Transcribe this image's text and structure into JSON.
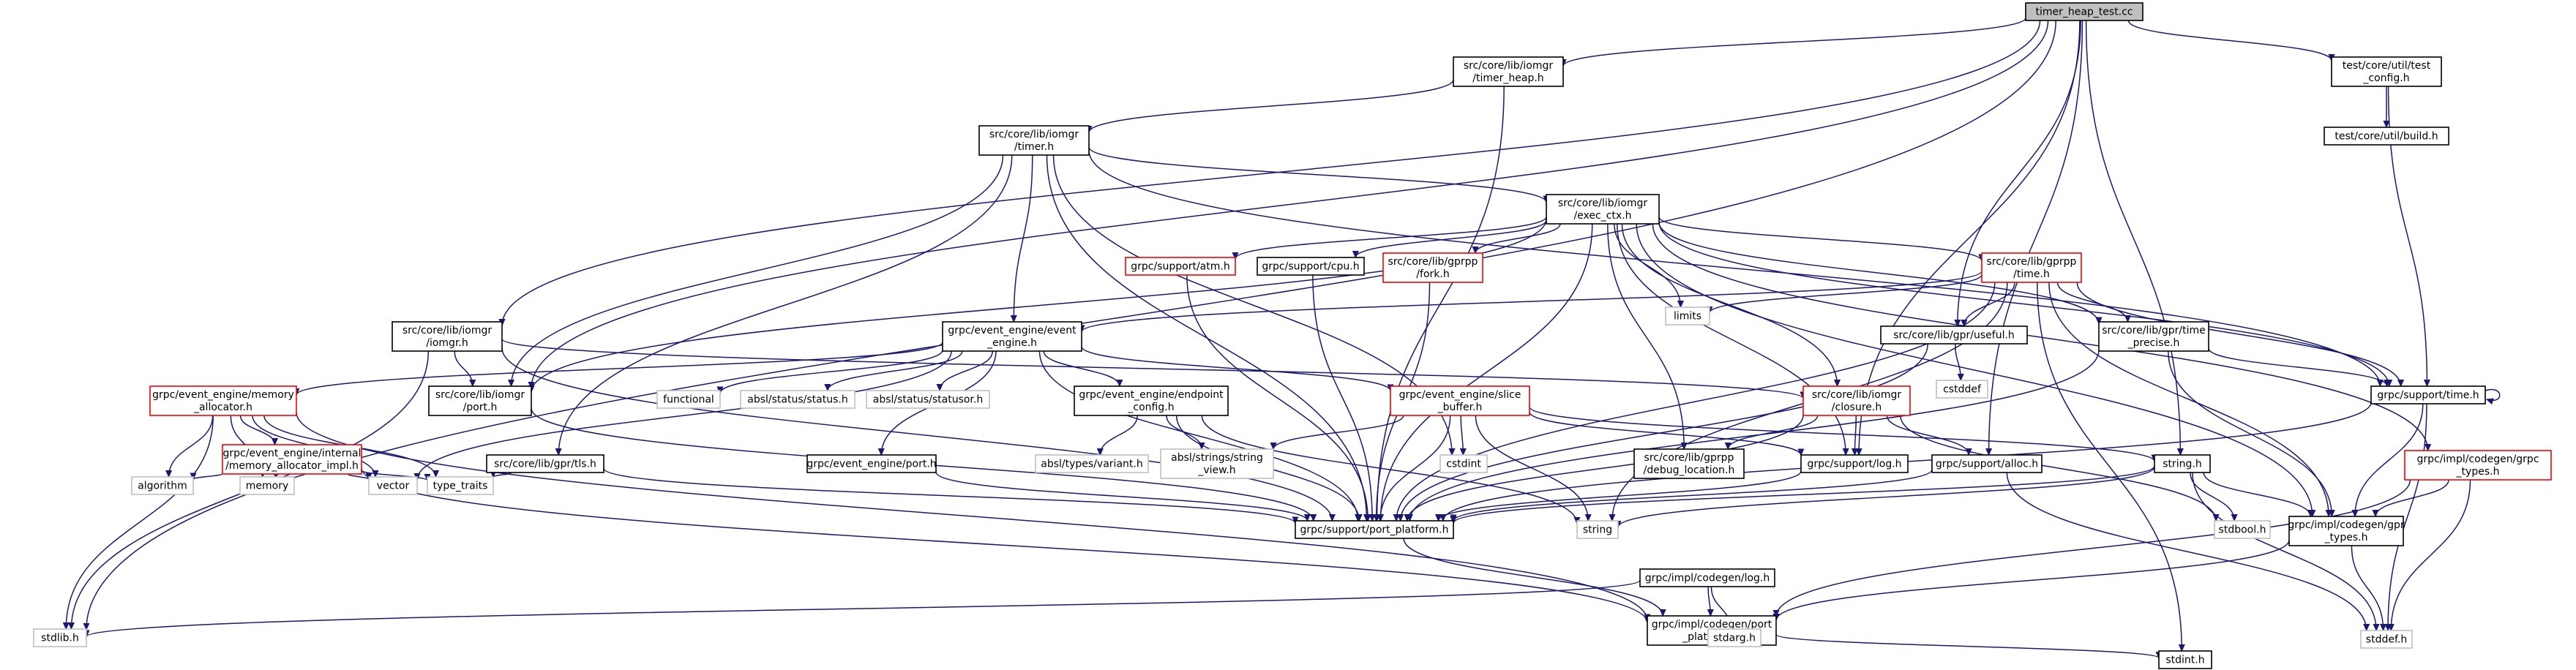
{
  "colors": {
    "edge": "#191970",
    "normal_border": "#000000",
    "red_border": "#ff0000",
    "external_border": "#bfbfbf",
    "root_fill": "#bfbfbf",
    "text": "#000000"
  },
  "nodes": [
    {
      "id": "root",
      "lines": [
        "timer_heap_test.cc"
      ],
      "style": "root"
    },
    {
      "id": "timer_heap",
      "lines": [
        "src/core/lib/iomgr",
        "/timer_heap.h"
      ],
      "style": "normal"
    },
    {
      "id": "test_config",
      "lines": [
        "test/core/util/test",
        "_config.h"
      ],
      "style": "normal"
    },
    {
      "id": "build",
      "lines": [
        "test/core/util/build.h"
      ],
      "style": "normal"
    },
    {
      "id": "timer",
      "lines": [
        "src/core/lib/iomgr",
        "/timer.h"
      ],
      "style": "normal"
    },
    {
      "id": "exec_ctx",
      "lines": [
        "src/core/lib/iomgr",
        "/exec_ctx.h"
      ],
      "style": "normal"
    },
    {
      "id": "atm",
      "lines": [
        "grpc/support/atm.h"
      ],
      "style": "red"
    },
    {
      "id": "cpu",
      "lines": [
        "grpc/support/cpu.h"
      ],
      "style": "normal"
    },
    {
      "id": "fork",
      "lines": [
        "src/core/lib/gprpp",
        "/fork.h"
      ],
      "style": "red"
    },
    {
      "id": "gprpp_time",
      "lines": [
        "src/core/lib/gprpp",
        "/time.h"
      ],
      "style": "red"
    },
    {
      "id": "limits",
      "lines": [
        "limits"
      ],
      "style": "external"
    },
    {
      "id": "iomgr_h",
      "lines": [
        "src/core/lib/iomgr",
        "/iomgr.h"
      ],
      "style": "normal"
    },
    {
      "id": "event_engine",
      "lines": [
        "grpc/event_engine/event",
        "_engine.h"
      ],
      "style": "normal"
    },
    {
      "id": "useful",
      "lines": [
        "src/core/lib/gpr/useful.h"
      ],
      "style": "normal"
    },
    {
      "id": "time_precise",
      "lines": [
        "src/core/lib/gpr/time",
        "_precise.h"
      ],
      "style": "normal"
    },
    {
      "id": "cstddef",
      "lines": [
        "cstddef"
      ],
      "style": "external"
    },
    {
      "id": "support_time",
      "lines": [
        "grpc/support/time.h"
      ],
      "style": "normal"
    },
    {
      "id": "mem_alloc",
      "lines": [
        "grpc/event_engine/memory",
        "_allocator.h"
      ],
      "style": "red"
    },
    {
      "id": "iomgr_port",
      "lines": [
        "src/core/lib/iomgr",
        "/port.h"
      ],
      "style": "normal"
    },
    {
      "id": "functional",
      "lines": [
        "functional"
      ],
      "style": "external"
    },
    {
      "id": "status",
      "lines": [
        "absl/status/status.h"
      ],
      "style": "external"
    },
    {
      "id": "statusor",
      "lines": [
        "absl/status/statusor.h"
      ],
      "style": "external"
    },
    {
      "id": "endpoint_config",
      "lines": [
        "grpc/event_engine/endpoint",
        "_config.h"
      ],
      "style": "normal"
    },
    {
      "id": "slice_buffer",
      "lines": [
        "grpc/event_engine/slice",
        "_buffer.h"
      ],
      "style": "red"
    },
    {
      "id": "closure",
      "lines": [
        "src/core/lib/iomgr",
        "/closure.h"
      ],
      "style": "red"
    },
    {
      "id": "impl_types",
      "lines": [
        "grpc/impl/codegen/grpc",
        "_types.h"
      ],
      "style": "red"
    },
    {
      "id": "mem_alloc_impl",
      "lines": [
        "grpc/event_engine/internal",
        "/memory_allocator_impl.h"
      ],
      "style": "red"
    },
    {
      "id": "tls",
      "lines": [
        "src/core/lib/gpr/tls.h"
      ],
      "style": "normal"
    },
    {
      "id": "ee_port",
      "lines": [
        "grpc/event_engine/port.h"
      ],
      "style": "normal"
    },
    {
      "id": "variant",
      "lines": [
        "absl/types/variant.h"
      ],
      "style": "external"
    },
    {
      "id": "string_view",
      "lines": [
        "absl/strings/string",
        "_view.h"
      ],
      "style": "external"
    },
    {
      "id": "cstdint",
      "lines": [
        "cstdint"
      ],
      "style": "external"
    },
    {
      "id": "debug_location",
      "lines": [
        "src/core/lib/gprpp",
        "/debug_location.h"
      ],
      "style": "normal"
    },
    {
      "id": "log",
      "lines": [
        "grpc/support/log.h"
      ],
      "style": "normal"
    },
    {
      "id": "alloc",
      "lines": [
        "grpc/support/alloc.h"
      ],
      "style": "normal"
    },
    {
      "id": "string_h",
      "lines": [
        "string.h"
      ],
      "style": "normal"
    },
    {
      "id": "algorithm",
      "lines": [
        "algorithm"
      ],
      "style": "external"
    },
    {
      "id": "memory",
      "lines": [
        "memory"
      ],
      "style": "external"
    },
    {
      "id": "vector",
      "lines": [
        "vector"
      ],
      "style": "external"
    },
    {
      "id": "type_traits",
      "lines": [
        "type_traits"
      ],
      "style": "external"
    },
    {
      "id": "port_platform",
      "lines": [
        "grpc/support/port_platform.h"
      ],
      "style": "normal"
    },
    {
      "id": "string",
      "lines": [
        "string"
      ],
      "style": "external"
    },
    {
      "id": "stdbool",
      "lines": [
        "stdbool.h"
      ],
      "style": "external"
    },
    {
      "id": "gpr_types",
      "lines": [
        "grpc/impl/codegen/gpr",
        "_types.h"
      ],
      "style": "normal"
    },
    {
      "id": "codegen_log",
      "lines": [
        "grpc/impl/codegen/log.h"
      ],
      "style": "normal"
    },
    {
      "id": "stdlib",
      "lines": [
        "stdlib.h"
      ],
      "style": "external"
    },
    {
      "id": "codegen_port_platform",
      "lines": [
        "grpc/impl/codegen/port",
        "_platform.h"
      ],
      "style": "normal"
    },
    {
      "id": "stdarg",
      "lines": [
        "stdarg.h"
      ],
      "style": "external"
    },
    {
      "id": "stddef",
      "lines": [
        "stddef.h"
      ],
      "style": "external"
    },
    {
      "id": "stdint",
      "lines": [
        "stdint.h"
      ],
      "style": "normal"
    }
  ],
  "edges": [
    [
      "root",
      "timer_heap"
    ],
    [
      "root",
      "test_config"
    ],
    [
      "root",
      "iomgr_h"
    ],
    [
      "root",
      "iomgr_port"
    ],
    [
      "root",
      "useful"
    ],
    [
      "root",
      "log"
    ],
    [
      "root",
      "alloc"
    ],
    [
      "root",
      "string_h"
    ],
    [
      "root",
      "stdlib"
    ],
    [
      "test_config",
      "build"
    ],
    [
      "test_config",
      "support_time"
    ],
    [
      "timer_heap",
      "timer"
    ],
    [
      "timer_heap",
      "port_platform"
    ],
    [
      "timer",
      "exec_ctx"
    ],
    [
      "timer",
      "event_engine"
    ],
    [
      "timer",
      "iomgr_port"
    ],
    [
      "timer",
      "port_platform"
    ],
    [
      "timer",
      "cstdint"
    ],
    [
      "timer",
      "support_time"
    ],
    [
      "timer",
      "tls"
    ],
    [
      "exec_ctx",
      "atm"
    ],
    [
      "exec_ctx",
      "cpu"
    ],
    [
      "exec_ctx",
      "fork"
    ],
    [
      "exec_ctx",
      "gprpp_time"
    ],
    [
      "exec_ctx",
      "limits"
    ],
    [
      "exec_ctx",
      "closure"
    ],
    [
      "exec_ctx",
      "debug_location"
    ],
    [
      "exec_ctx",
      "log"
    ],
    [
      "exec_ctx",
      "port_platform"
    ],
    [
      "exec_ctx",
      "time_precise"
    ],
    [
      "exec_ctx",
      "support_time"
    ],
    [
      "exec_ctx",
      "gpr_types"
    ],
    [
      "exec_ctx",
      "impl_types"
    ],
    [
      "exec_ctx",
      "iomgr_port"
    ],
    [
      "atm",
      "port_platform"
    ],
    [
      "cpu",
      "port_platform"
    ],
    [
      "fork",
      "port_platform"
    ],
    [
      "gprpp_time",
      "event_engine"
    ],
    [
      "gprpp_time",
      "limits"
    ],
    [
      "gprpp_time",
      "useful"
    ],
    [
      "gprpp_time",
      "time_precise"
    ],
    [
      "gprpp_time",
      "support_time"
    ],
    [
      "gprpp_time",
      "port_platform"
    ],
    [
      "gprpp_time",
      "string"
    ],
    [
      "gprpp_time",
      "gpr_types"
    ],
    [
      "gprpp_time",
      "stdint"
    ],
    [
      "iomgr_h",
      "iomgr_port"
    ],
    [
      "iomgr_h",
      "closure"
    ],
    [
      "iomgr_h",
      "port_platform"
    ],
    [
      "iomgr_h",
      "stdlib"
    ],
    [
      "event_engine",
      "mem_alloc"
    ],
    [
      "event_engine",
      "functional"
    ],
    [
      "event_engine",
      "status"
    ],
    [
      "event_engine",
      "statusor"
    ],
    [
      "event_engine",
      "endpoint_config"
    ],
    [
      "event_engine",
      "slice_buffer"
    ],
    [
      "event_engine",
      "ee_port"
    ],
    [
      "event_engine",
      "port_platform"
    ],
    [
      "event_engine",
      "vector"
    ],
    [
      "useful",
      "cstddef"
    ],
    [
      "useful",
      "port_platform"
    ],
    [
      "time_precise",
      "support_time"
    ],
    [
      "time_precise",
      "gpr_types"
    ],
    [
      "time_precise",
      "port_platform"
    ],
    [
      "support_time",
      "support_time"
    ],
    [
      "support_time",
      "gpr_types"
    ],
    [
      "support_time",
      "stddef"
    ],
    [
      "support_time",
      "port_platform"
    ],
    [
      "mem_alloc",
      "mem_alloc_impl"
    ],
    [
      "mem_alloc",
      "algorithm"
    ],
    [
      "mem_alloc",
      "memory"
    ],
    [
      "mem_alloc",
      "vector"
    ],
    [
      "mem_alloc",
      "type_traits"
    ],
    [
      "mem_alloc",
      "stdlib"
    ],
    [
      "mem_alloc",
      "codegen_port_platform"
    ],
    [
      "iomgr_port",
      "port_platform"
    ],
    [
      "endpoint_config",
      "variant"
    ],
    [
      "endpoint_config",
      "string_view"
    ],
    [
      "endpoint_config",
      "string"
    ],
    [
      "endpoint_config",
      "port_platform"
    ],
    [
      "slice_buffer",
      "string_view"
    ],
    [
      "slice_buffer",
      "cstdint"
    ],
    [
      "slice_buffer",
      "string"
    ],
    [
      "slice_buffer",
      "log"
    ],
    [
      "slice_buffer",
      "port_platform"
    ],
    [
      "slice_buffer",
      "string_h"
    ],
    [
      "closure",
      "debug_location"
    ],
    [
      "closure",
      "log"
    ],
    [
      "closure",
      "alloc"
    ],
    [
      "closure",
      "port_platform"
    ],
    [
      "closure",
      "stdbool"
    ],
    [
      "impl_types",
      "gpr_types"
    ],
    [
      "impl_types",
      "stddef"
    ],
    [
      "impl_types",
      "codegen_port_platform"
    ],
    [
      "mem_alloc_impl",
      "algorithm"
    ],
    [
      "mem_alloc_impl",
      "memory"
    ],
    [
      "mem_alloc_impl",
      "vector"
    ],
    [
      "mem_alloc_impl",
      "type_traits"
    ],
    [
      "mem_alloc_impl",
      "codegen_port_platform"
    ],
    [
      "tls",
      "type_traits"
    ],
    [
      "tls",
      "port_platform"
    ],
    [
      "ee_port",
      "port_platform"
    ],
    [
      "log",
      "port_platform"
    ],
    [
      "alloc",
      "port_platform"
    ],
    [
      "alloc",
      "stddef"
    ],
    [
      "string_h",
      "port_platform"
    ],
    [
      "string_h",
      "string"
    ],
    [
      "string_h",
      "stdbool"
    ],
    [
      "string_h",
      "gpr_types"
    ],
    [
      "string_h",
      "stddef"
    ],
    [
      "port_platform",
      "codegen_port_platform"
    ],
    [
      "gpr_types",
      "codegen_port_platform"
    ],
    [
      "gpr_types",
      "stddef"
    ],
    [
      "codegen_log",
      "stdlib"
    ],
    [
      "codegen_log",
      "codegen_port_platform"
    ],
    [
      "codegen_log",
      "stdarg"
    ],
    [
      "codegen_port_platform",
      "stdint"
    ]
  ]
}
